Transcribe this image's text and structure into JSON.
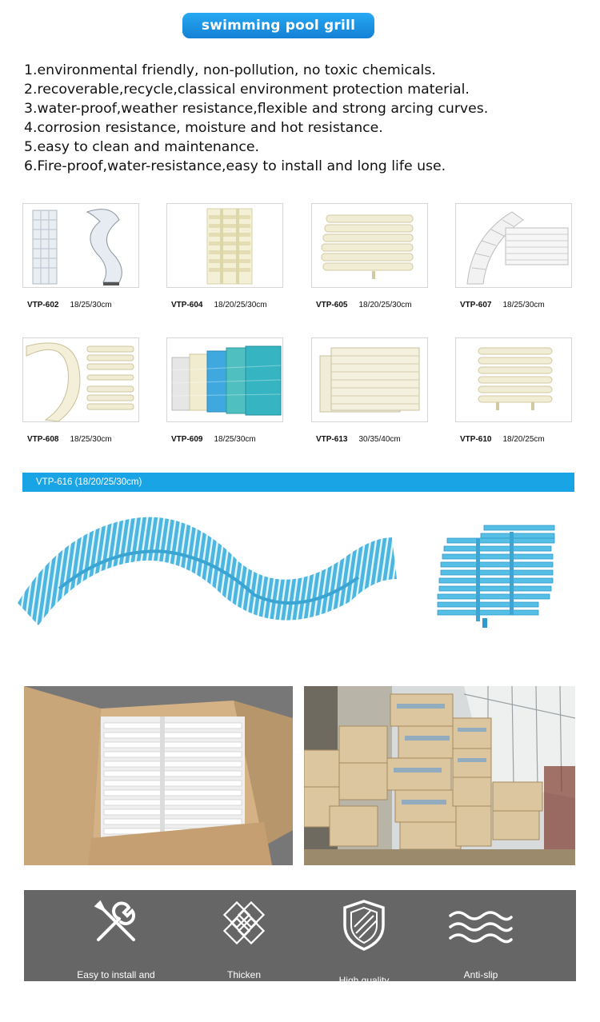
{
  "header": {
    "title": "swimming pool grill"
  },
  "features": [
    "1.environmental friendly, non-pollution, no toxic chemicals.",
    "2.recoverable,recycle,classical environment protection material.",
    "3.water-proof,weather resistance,flexible and strong arcing curves.",
    "4.corrosion resistance, moisture and hot resistance.",
    "5.easy to clean and maintenance.",
    "6.Fire-proof,water-resistance,easy to install and long life use."
  ],
  "products": [
    {
      "model": "VTP-602",
      "size": "18/25/30cm"
    },
    {
      "model": "VTP-604",
      "size": "18/20/25/30cm"
    },
    {
      "model": "VTP-605",
      "size": "18/20/25/30cm"
    },
    {
      "model": "VTP-607",
      "size": "18/25/30cm"
    },
    {
      "model": "VTP-608",
      "size": "18/25/30cm"
    },
    {
      "model": "VTP-609",
      "size": "18/25/30cm"
    },
    {
      "model": "VTP-613",
      "size": "30/35/40cm"
    },
    {
      "model": "VTP-610",
      "size": "18/20/25cm"
    }
  ],
  "banner": {
    "label": "VTP-616   (18/20/25/30cm)"
  },
  "benefits": [
    {
      "label": "Easy to install and",
      "icon": "wrench-screwdriver-icon"
    },
    {
      "label": "Thicken",
      "icon": "layers-diamond-icon"
    },
    {
      "label": "High quality",
      "icon": "shield-icon"
    },
    {
      "label": "Anti-slip",
      "icon": "waves-icon"
    }
  ],
  "colors": {
    "accent": "#19a4e6",
    "grill_blue": "#4cb6e0",
    "grill_cream": "#f1edd3",
    "grill_white": "#f4f4f4",
    "strip": "#666666",
    "cardboard": "#c9a57a"
  }
}
